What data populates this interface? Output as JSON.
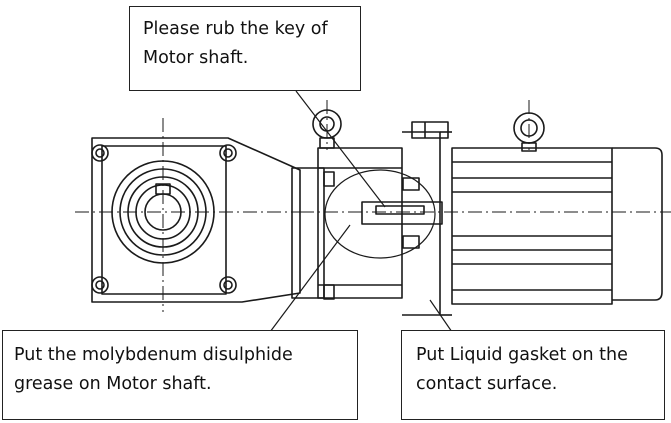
{
  "callouts": {
    "key": {
      "line1": "Please rub the key of",
      "line2": "Motor shaft."
    },
    "grease": {
      "line1": "Put the molybdenum disulphide",
      "line2": "grease on Motor shaft."
    },
    "gasket": {
      "line1": "Put Liquid gasket on the",
      "line2": "contact surface."
    }
  },
  "colors": {
    "line": "#1a1a1a",
    "background": "#ffffff"
  }
}
